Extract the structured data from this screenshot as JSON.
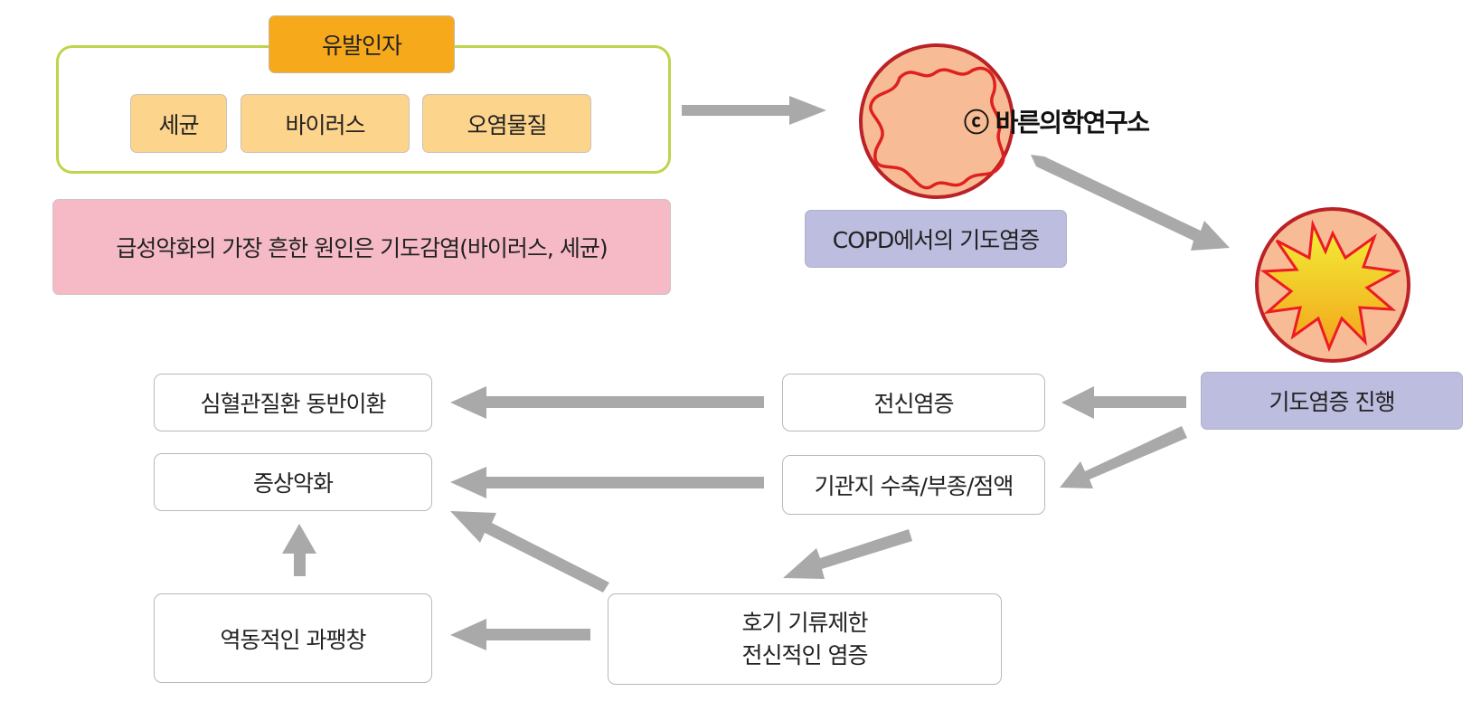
{
  "triggers": {
    "title": "유발인자",
    "items": [
      "세균",
      "바이러스",
      "오염물질"
    ]
  },
  "note": "급성악화의 가장 흔한 원인은 기도감염(바이러스, 세균)",
  "copd_inflammation": "COPD에서의 기도염증",
  "copyright": "ⓒ 바른의학연구소",
  "progression": "기도염증 진행",
  "systemic_inflammation": "전신염증",
  "airway_changes": "기관지 수축/부종/점액",
  "cardiovascular": "심혈관질환 동반이환",
  "symptom_worsening": "증상악화",
  "expiratory_limitation": [
    "호기 기류제한",
    "전신적인 염증"
  ],
  "dynamic_hyperinflation": "역동적인 과팽창",
  "colors": {
    "arrow": "#a9a9a9",
    "circle_fill": "#f7bc95",
    "circle_stroke": "#bb2227",
    "airway_outline": "#e02020",
    "burst_outer": "#ed1c24",
    "burst_inner": "#f5e62a",
    "frame": "#bfd44c"
  }
}
